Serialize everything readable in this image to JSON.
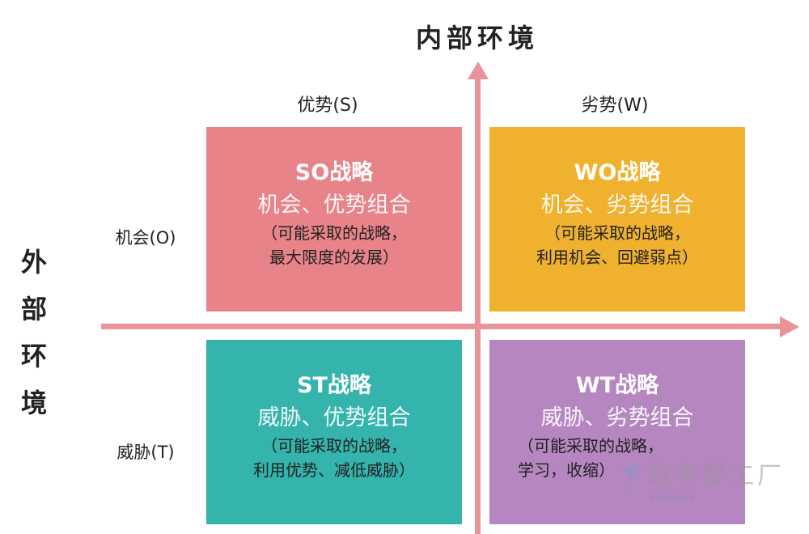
{
  "titles": {
    "internal": "内部环境",
    "external": [
      "外",
      "部",
      "环",
      "境"
    ]
  },
  "columns": [
    {
      "label": "优势(S)"
    },
    {
      "label": "劣势(W)"
    }
  ],
  "rows": [
    {
      "label": "机会(O)"
    },
    {
      "label": "威胁(T)"
    }
  ],
  "quadrants": [
    {
      "name": "SO战略",
      "combo": "机会、优势组合",
      "desc1": "（可能采取的战略，",
      "desc2": "最大限度的发展）",
      "color": "#e8838a"
    },
    {
      "name": "WO战略",
      "combo": "机会、劣势组合",
      "desc1": "（可能采取的战略，",
      "desc2": "利用机会、回避弱点）",
      "color": "#f0b12e"
    },
    {
      "name": "ST战略",
      "combo": "威胁、优势组合",
      "desc1": "（可能采取的战略，",
      "desc2": "利用优势、减低威胁）",
      "color": "#35b3ad"
    },
    {
      "name": "WT战略",
      "combo": "威胁、劣势组合",
      "desc1": "（可能采取的战略，",
      "desc2": "学习，收缩）",
      "color": "#b686c0"
    }
  ],
  "axis_color": "#e8949a",
  "watermark": {
    "text": "软考梦工厂",
    "sub": "RuanKao"
  }
}
